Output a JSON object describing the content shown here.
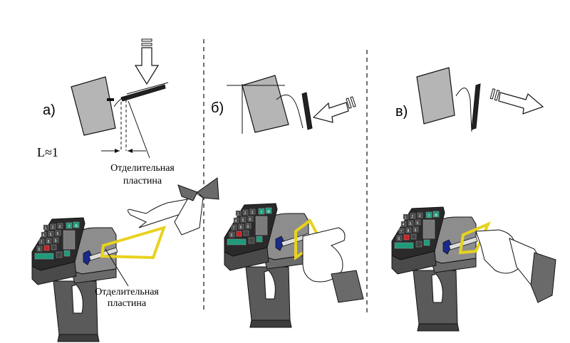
{
  "panels": [
    {
      "letter": "а)"
    },
    {
      "letter": "б)"
    },
    {
      "letter": "в)"
    }
  ],
  "dimension_label": "L≈1",
  "separator_label": "Отделительная пластина",
  "separator_label_lines": [
    "Отделительная",
    "пластина"
  ],
  "keypad": {
    "keys": [
      "1",
      "2",
      "3",
      "4",
      "5",
      "6",
      "7",
      "8",
      "9",
      "0",
      "00",
      "C"
    ],
    "fn_key": "T",
    "phi_key": "Φ"
  },
  "colors": {
    "outline": "#111111",
    "device_grey": "#b5b5b5",
    "device_dark": "#5a5a5a",
    "keypad_dark": "#2a2a2a",
    "key_green": "#1f9a7a",
    "key_red": "#d02020",
    "plate_yellow": "#e8d21e",
    "arrow_fill": "#ffffff"
  }
}
